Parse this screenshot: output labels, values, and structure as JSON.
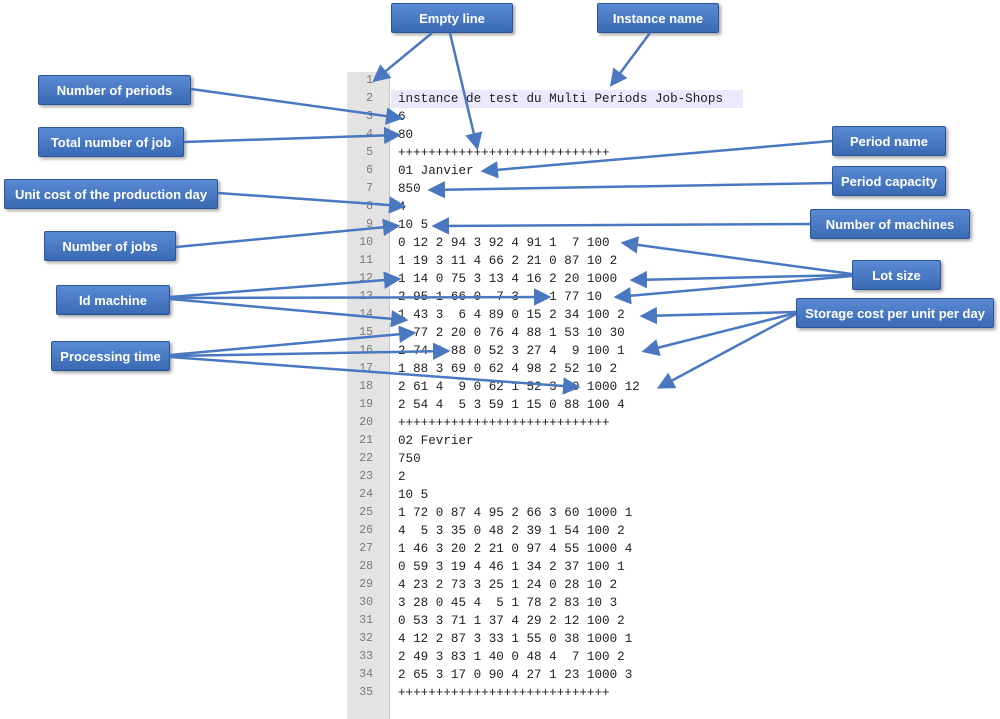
{
  "editor": {
    "lines": [
      {
        "n": "1",
        "t": ""
      },
      {
        "n": "2",
        "t": "instance de test du Multi Periods Job-Shops"
      },
      {
        "n": "3",
        "t": "6"
      },
      {
        "n": "4",
        "t": "80"
      },
      {
        "n": "5",
        "t": "++++++++++++++++++++++++++++"
      },
      {
        "n": "6",
        "t": "01 Janvier"
      },
      {
        "n": "7",
        "t": "850"
      },
      {
        "n": "8",
        "t": "4"
      },
      {
        "n": "9",
        "t": "10 5"
      },
      {
        "n": "10",
        "t": "0 12 2 94 3 92 4 91 1  7 100"
      },
      {
        "n": "11",
        "t": "1 19 3 11 4 66 2 21 0 87 10 2"
      },
      {
        "n": "12",
        "t": "1 14 0 75 3 13 4 16 2 20 1000"
      },
      {
        "n": "13",
        "t": "2 95 1 66 0  7 3  7 1 77 10"
      },
      {
        "n": "14",
        "t": "1 43 3  6 4 89 0 15 2 34 100 2"
      },
      {
        "n": "15",
        "t": "4 77 2 20 0 76 4 88 1 53 10 30"
      },
      {
        "n": "16",
        "t": "2 74 1 88 0 52 3 27 4  9 100 1"
      },
      {
        "n": "17",
        "t": "1 88 3 69 0 62 4 98 2 52 10 2"
      },
      {
        "n": "18",
        "t": "2 61 4  9 0 62 1 52 3 90 1000 12"
      },
      {
        "n": "19",
        "t": "2 54 4  5 3 59 1 15 0 88 100 4"
      },
      {
        "n": "20",
        "t": "++++++++++++++++++++++++++++"
      },
      {
        "n": "21",
        "t": "02 Fevrier"
      },
      {
        "n": "22",
        "t": "750"
      },
      {
        "n": "23",
        "t": "2"
      },
      {
        "n": "24",
        "t": "10 5"
      },
      {
        "n": "25",
        "t": "1 72 0 87 4 95 2 66 3 60 1000 1"
      },
      {
        "n": "26",
        "t": "4  5 3 35 0 48 2 39 1 54 100 2"
      },
      {
        "n": "27",
        "t": "1 46 3 20 2 21 0 97 4 55 1000 4"
      },
      {
        "n": "28",
        "t": "0 59 3 19 4 46 1 34 2 37 100 1"
      },
      {
        "n": "29",
        "t": "4 23 2 73 3 25 1 24 0 28 10 2"
      },
      {
        "n": "30",
        "t": "3 28 0 45 4  5 1 78 2 83 10 3"
      },
      {
        "n": "31",
        "t": "0 53 3 71 1 37 4 29 2 12 100 2"
      },
      {
        "n": "32",
        "t": "4 12 2 87 3 33 1 55 0 38 1000 1"
      },
      {
        "n": "33",
        "t": "2 49 3 83 1 40 0 48 4  7 100 2"
      },
      {
        "n": "34",
        "t": "2 65 3 17 0 90 4 27 1 23 1000 3"
      },
      {
        "n": "35",
        "t": "++++++++++++++++++++++++++++"
      }
    ]
  },
  "callouts": {
    "empty_line": "Empty line",
    "instance_name": "Instance name",
    "number_of_periods": "Number of periods",
    "total_number_of_job": "Total number of job",
    "unit_cost": "Unit cost of the production day",
    "number_of_jobs": "Number of jobs",
    "id_machine": "Id machine",
    "processing_time": "Processing time",
    "period_name": "Period name",
    "period_capacity": "Period capacity",
    "number_of_machines": "Number of machines",
    "lot_size": "Lot size",
    "storage_cost": "Storage cost per unit per day"
  },
  "colors": {
    "callout_fill": "#4a7cc8",
    "arrow": "#4a78c0",
    "gutter": "#e3e3e3",
    "highlight": "#e9e9fb"
  }
}
